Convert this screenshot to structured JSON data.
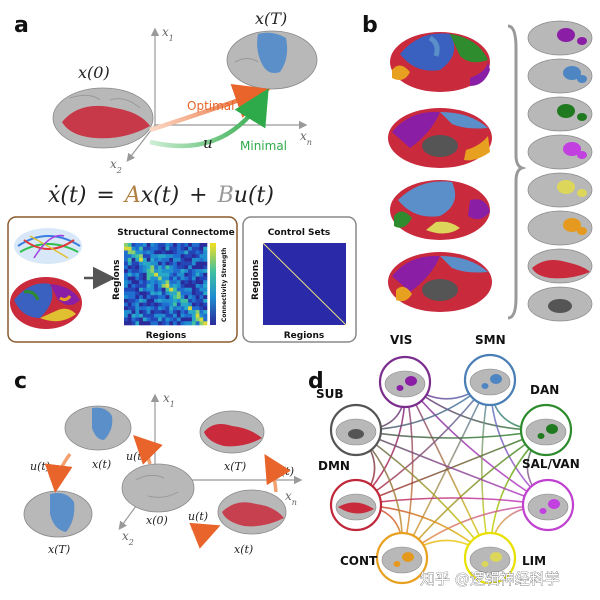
{
  "panels": {
    "a": "a",
    "b": "b",
    "c": "c",
    "d": "d"
  },
  "panel_a": {
    "state_start": "x(0)",
    "state_end": "x(T)",
    "axis_1": "x",
    "axis_1_sub": "1",
    "axis_2": "x",
    "axis_2_sub": "2",
    "axis_n": "x",
    "axis_n_sub": "n",
    "optimal_label": "Optimal",
    "minimal_label": "Minimal",
    "input_label": "u",
    "eq_lhs": "ẋ(t)",
    "eq_eq": "=",
    "eq_A": "A",
    "eq_x": "x(t)",
    "eq_plus": "+",
    "eq_B": "B",
    "eq_u": "u(t)",
    "connectome_title": "Structural Connectome",
    "connectome_xlabel": "Regions",
    "connectome_ylabel": "Regions",
    "colorbar_label": "Connectivity Strength",
    "control_title": "Control Sets",
    "control_xlabel": "Regions",
    "control_ylabel": "Regions"
  },
  "panel_c": {
    "axis_1": "x",
    "axis_1_sub": "1",
    "axis_2": "x",
    "axis_2_sub": "2",
    "axis_n": "x",
    "axis_n_sub": "n",
    "center_state": "x(0)",
    "top_left_state": "x(t)",
    "top_left_input": "u(t)",
    "bottom_left_state": "x(T)",
    "left_input": "u(t)",
    "top_right_state": "x(T)",
    "top_right_input": "u(t)",
    "bottom_right_state": "x(t)",
    "bottom_right_input": "u(t)"
  },
  "panel_d": {
    "networks": [
      {
        "name": "VIS",
        "color": "#7b2d8e",
        "highlight": "#8a1fa5"
      },
      {
        "name": "SMN",
        "color": "#4a7fb5",
        "highlight": "#4e86c4"
      },
      {
        "name": "DAN",
        "color": "#2e8b2e",
        "highlight": "#1f7a1f"
      },
      {
        "name": "SAL/VAN",
        "color": "#c040d0",
        "highlight": "#c23fe0"
      },
      {
        "name": "LIM",
        "color": "#e8e000",
        "highlight": "#dcd65a"
      },
      {
        "name": "CONT",
        "color": "#e8a020",
        "highlight": "#e59a1f"
      },
      {
        "name": "DMN",
        "color": "#c0283a",
        "highlight": "#c92a3c"
      },
      {
        "name": "SUB",
        "color": "#555555",
        "highlight": "#555555"
      }
    ]
  },
  "colors": {
    "optimal_arrow": "#e8642a",
    "minimal_arrow": "#2faa4a",
    "state_arrow_c": "#e8642a",
    "brain_base": "#b8b8b8",
    "dmn_red": "#c92a3c",
    "smn_blue": "#5b8fc9",
    "connectome_box": "#8a5a2b",
    "control_box": "#888888",
    "control_matrix": "#2a2aa8"
  },
  "watermark": "知乎 @逻辑神经科学"
}
